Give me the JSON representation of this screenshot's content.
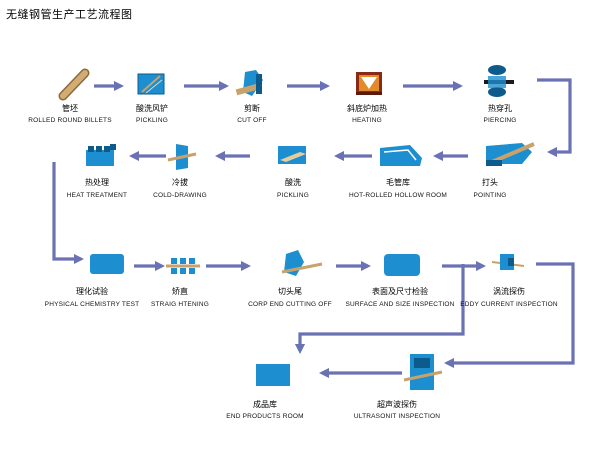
{
  "title": "无缝钢管生产工艺流程图",
  "colors": {
    "arrow": "#6a72b4",
    "icon": "#1d8fd0",
    "icon_dark": "#0d5b8c",
    "metal": "#c9a26b",
    "heat": "#b23a1f"
  },
  "steps": [
    {
      "cn": "管坯",
      "en": "ROLLED ROUND BILLETS",
      "icon": "billet-icon"
    },
    {
      "cn": "酸洗风铲",
      "en": "PICKLING",
      "icon": "pickling-tank-icon"
    },
    {
      "cn": "剪断",
      "en": "CUT OFF",
      "icon": "cutter-icon"
    },
    {
      "cn": "斜底炉加热",
      "en": "HEATING",
      "icon": "furnace-icon"
    },
    {
      "cn": "热穿孔",
      "en": "PIERCING",
      "icon": "piercing-mill-icon"
    },
    {
      "cn": "打头",
      "en": "POINTING",
      "icon": "pointing-machine-icon"
    },
    {
      "cn": "毛管库",
      "en": "HOT-ROLLED HOLLOW ROOM",
      "icon": "hollow-storage-icon"
    },
    {
      "cn": "酸洗",
      "en": "PICKLING",
      "icon": "pickling-bath-icon"
    },
    {
      "cn": "冷拔",
      "en": "COLD-DRAWING",
      "icon": "cold-drawing-icon"
    },
    {
      "cn": "热处理",
      "en": "HEAT TREATMENT",
      "icon": "heat-treatment-furnace-icon"
    },
    {
      "cn": "理化试验",
      "en": "PHYSICAL CHEMISTRY TEST",
      "icon": "test-box-icon"
    },
    {
      "cn": "矫直",
      "en": "STRAIG HTENING",
      "icon": "straightener-icon"
    },
    {
      "cn": "切头尾",
      "en": "CORP END CUTTING OFF",
      "icon": "end-cutter-icon"
    },
    {
      "cn": "表面及尺寸检验",
      "en": "SURFACE AND SIZE INSPECTION",
      "icon": "inspection-box-icon"
    },
    {
      "cn": "涡流探伤",
      "en": "EDDY CURRENT INSPECTION",
      "icon": "eddy-current-icon"
    },
    {
      "cn": "超声波探伤",
      "en": "ULTRASONIT INSPECTION",
      "icon": "ultrasonic-icon"
    },
    {
      "cn": "成品库",
      "en": "END PRODUCTS ROOM",
      "icon": "warehouse-icon"
    }
  ]
}
